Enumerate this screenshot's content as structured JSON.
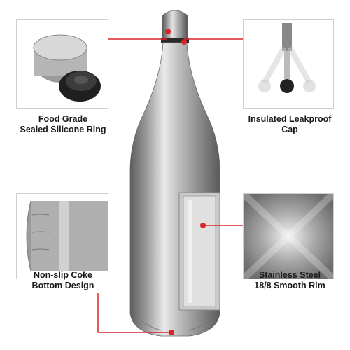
{
  "features": [
    {
      "id": "silicone-ring",
      "caption": "Food Grade\nSealed Silicone Ring"
    },
    {
      "id": "leakproof-cap",
      "caption": "Insulated Leakproof\nCap"
    },
    {
      "id": "coke-bottom",
      "caption": "Non-slip Coke\nBottom Design"
    },
    {
      "id": "smooth-rim",
      "caption": "Stainless Steel\n18/8 Smooth Rim"
    }
  ],
  "colors": {
    "leader": "#d9252a",
    "steel_light": "#e6e6e6",
    "steel_dark": "#6e6e6e"
  }
}
